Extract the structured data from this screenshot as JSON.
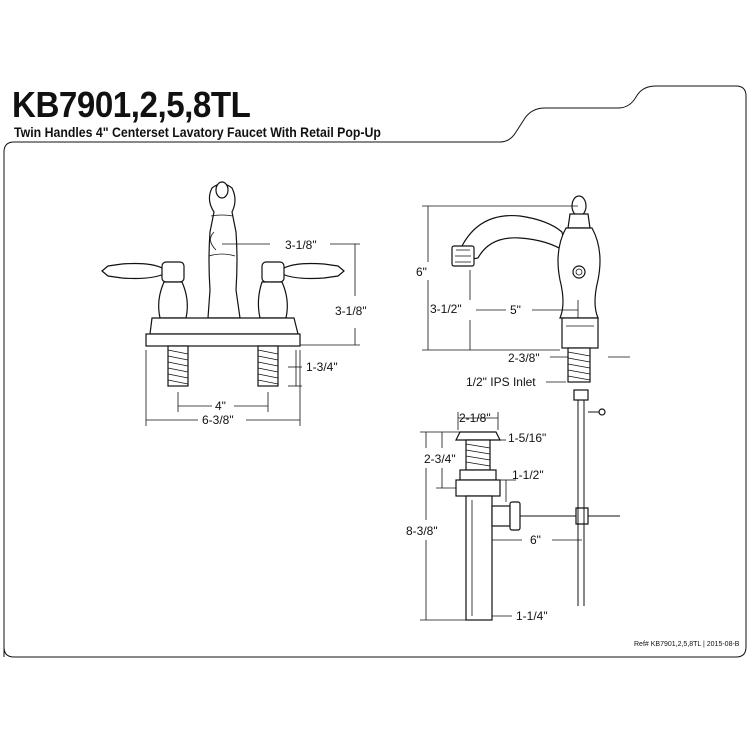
{
  "header": {
    "model": "KB7901,2,5,8TL",
    "description": "Twin Handles 4\" Centerset Lavatory Faucet With Retail Pop-Up"
  },
  "front_view": {
    "handle_center_to_spout": "3-1/8\"",
    "deck_to_handle_height": "3-1/8\"",
    "shank_length": "1-3/4\"",
    "center_spacing": "4\"",
    "overall_width": "6-3/8\""
  },
  "side_view": {
    "overall_height": "6\"",
    "spout_height": "3-1/2\"",
    "spout_reach": "5\"",
    "max_deck_thickness": "2-3/8\"",
    "inlet": "1/2\" IPS Inlet"
  },
  "popup_view": {
    "flange_diameter": "2-1/8\"",
    "body_diameter": "1-5/16\"",
    "flange_to_nut": "2-3/4\"",
    "nut_to_lift_rod": "1-1/2\"",
    "overall_length": "8-3/8\"",
    "lift_rod_reach": "6\"",
    "tailpiece_diameter": "1-1/4\""
  },
  "footer": {
    "reference": "Ref# KB7901,2,5,8TL | 2015-08-B"
  }
}
